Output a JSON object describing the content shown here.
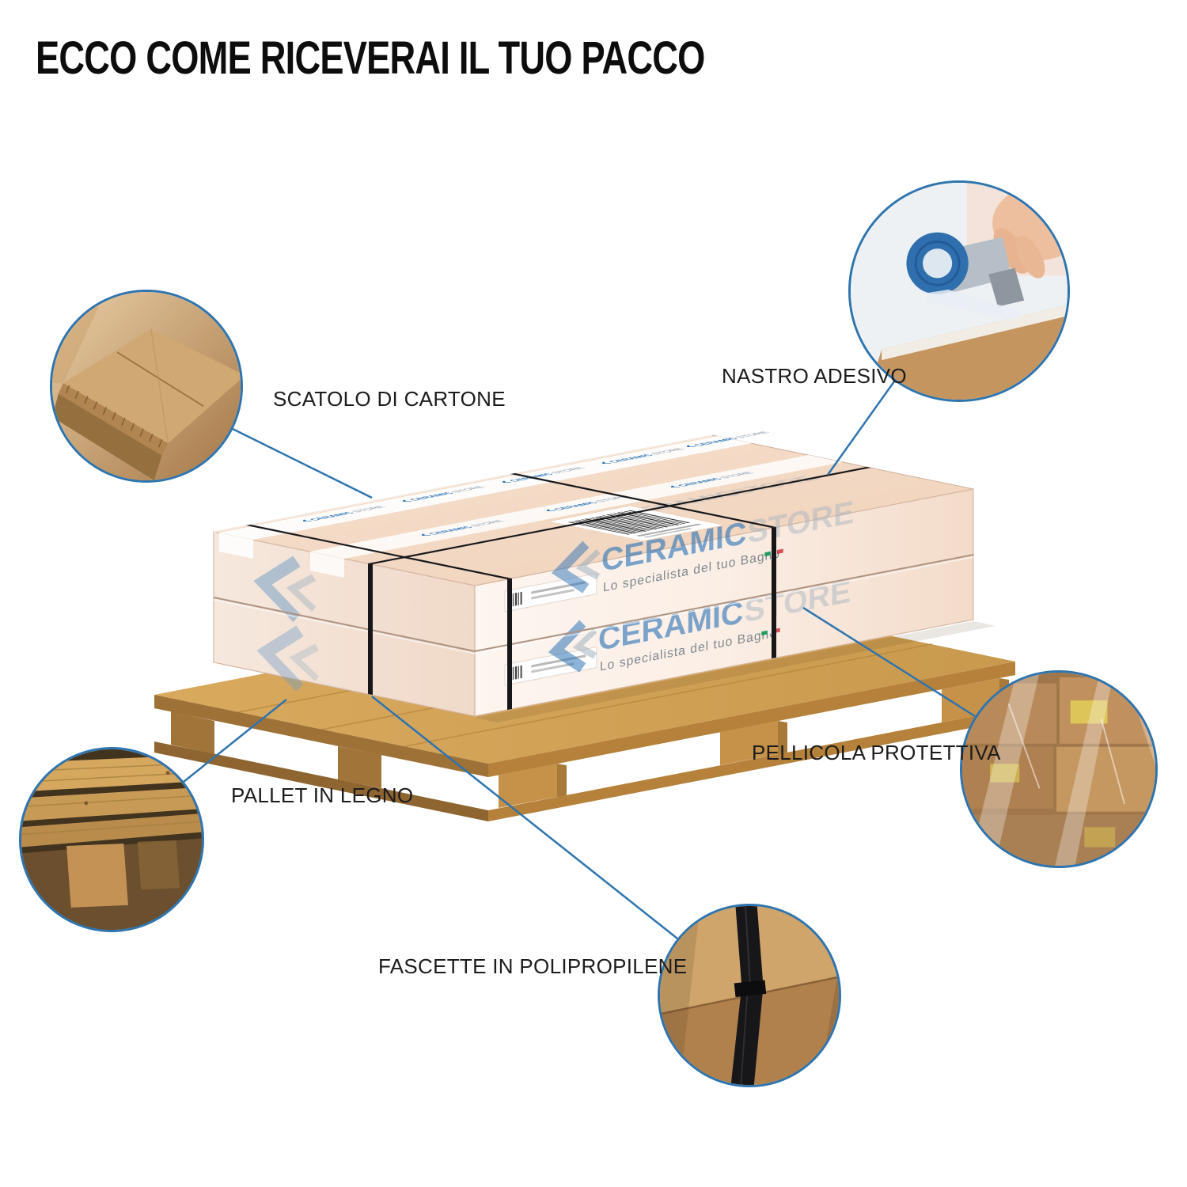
{
  "page": {
    "title": "ECCO COME RICEVERAI IL TUO PACCO"
  },
  "brand": {
    "name_primary": "CERAMIC",
    "name_secondary": "STORE",
    "tagline": "Lo specialista del tuo Bagno"
  },
  "callouts": [
    {
      "id": "scatolo-di-cartone",
      "label": "SCATOLO DI CARTONE",
      "photo": "cardboard-box-corner-photo"
    },
    {
      "id": "nastro-adesivo",
      "label": "NASTRO ADESIVO",
      "photo": "tape-dispenser-hand-photo"
    },
    {
      "id": "pellicola-protettiva",
      "label": "PELLICOLA PROTETTIVA",
      "photo": "shrink-wrapped-boxes-photo"
    },
    {
      "id": "pallet-in-legno",
      "label": "PALLET IN LEGNO",
      "photo": "wooden-pallet-photo"
    },
    {
      "id": "fascette-in-polipropilene",
      "label": "FASCETTE IN POLIPROPILENE",
      "photo": "strapped-box-corner-photo"
    }
  ],
  "colors": {
    "accent_blue": "#2e74ae",
    "logo_blue": "#2d74b8",
    "box_top": "#f4dbc7",
    "box_front": "#fbf1e9",
    "strap_black": "#17171a",
    "pallet_wood": "#d4a258",
    "tape_white": "#ffffff"
  }
}
